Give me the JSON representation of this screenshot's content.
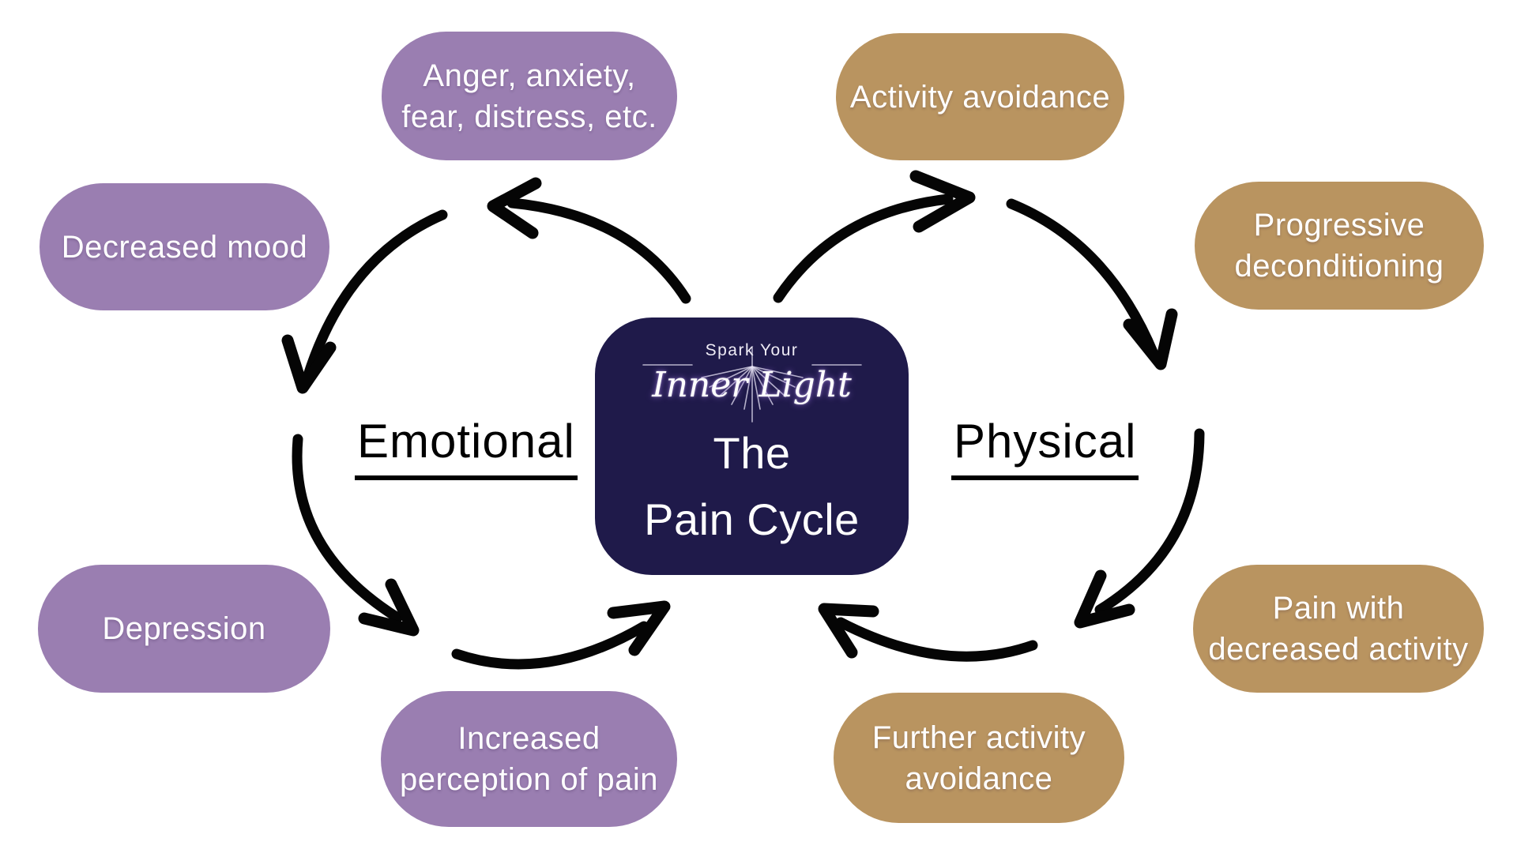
{
  "colors": {
    "purple": "#9a7eb1",
    "tan": "#b99460",
    "navy": "#1f1a4a",
    "arrow": "#050505",
    "pill_text": "#ffffff",
    "label_text": "#000000"
  },
  "center": {
    "logo_top": "Spark Your",
    "logo_script": "Inner Light",
    "title_line1": "The",
    "title_line2": "Pain Cycle"
  },
  "sections": {
    "left_label": "Emotional",
    "right_label": "Physical"
  },
  "emotional_pills": [
    {
      "name": "anger-anxiety-fear-distress",
      "lines": [
        "Anger, anxiety,",
        "fear, distress, etc."
      ]
    },
    {
      "name": "decreased-mood",
      "lines": [
        "Decreased mood"
      ]
    },
    {
      "name": "depression",
      "lines": [
        "Depression"
      ]
    },
    {
      "name": "increased-perception-of-pain",
      "lines": [
        "Increased",
        "perception of pain"
      ]
    }
  ],
  "physical_pills": [
    {
      "name": "activity-avoidance",
      "lines": [
        "Activity avoidance"
      ]
    },
    {
      "name": "progressive-deconditioning",
      "lines": [
        "Progressive",
        "deconditioning"
      ]
    },
    {
      "name": "pain-with-decreased-activity",
      "lines": [
        "Pain with",
        "decreased activity"
      ]
    },
    {
      "name": "further-activity-avoidance",
      "lines": [
        "Further activity",
        "avoidance"
      ]
    }
  ]
}
